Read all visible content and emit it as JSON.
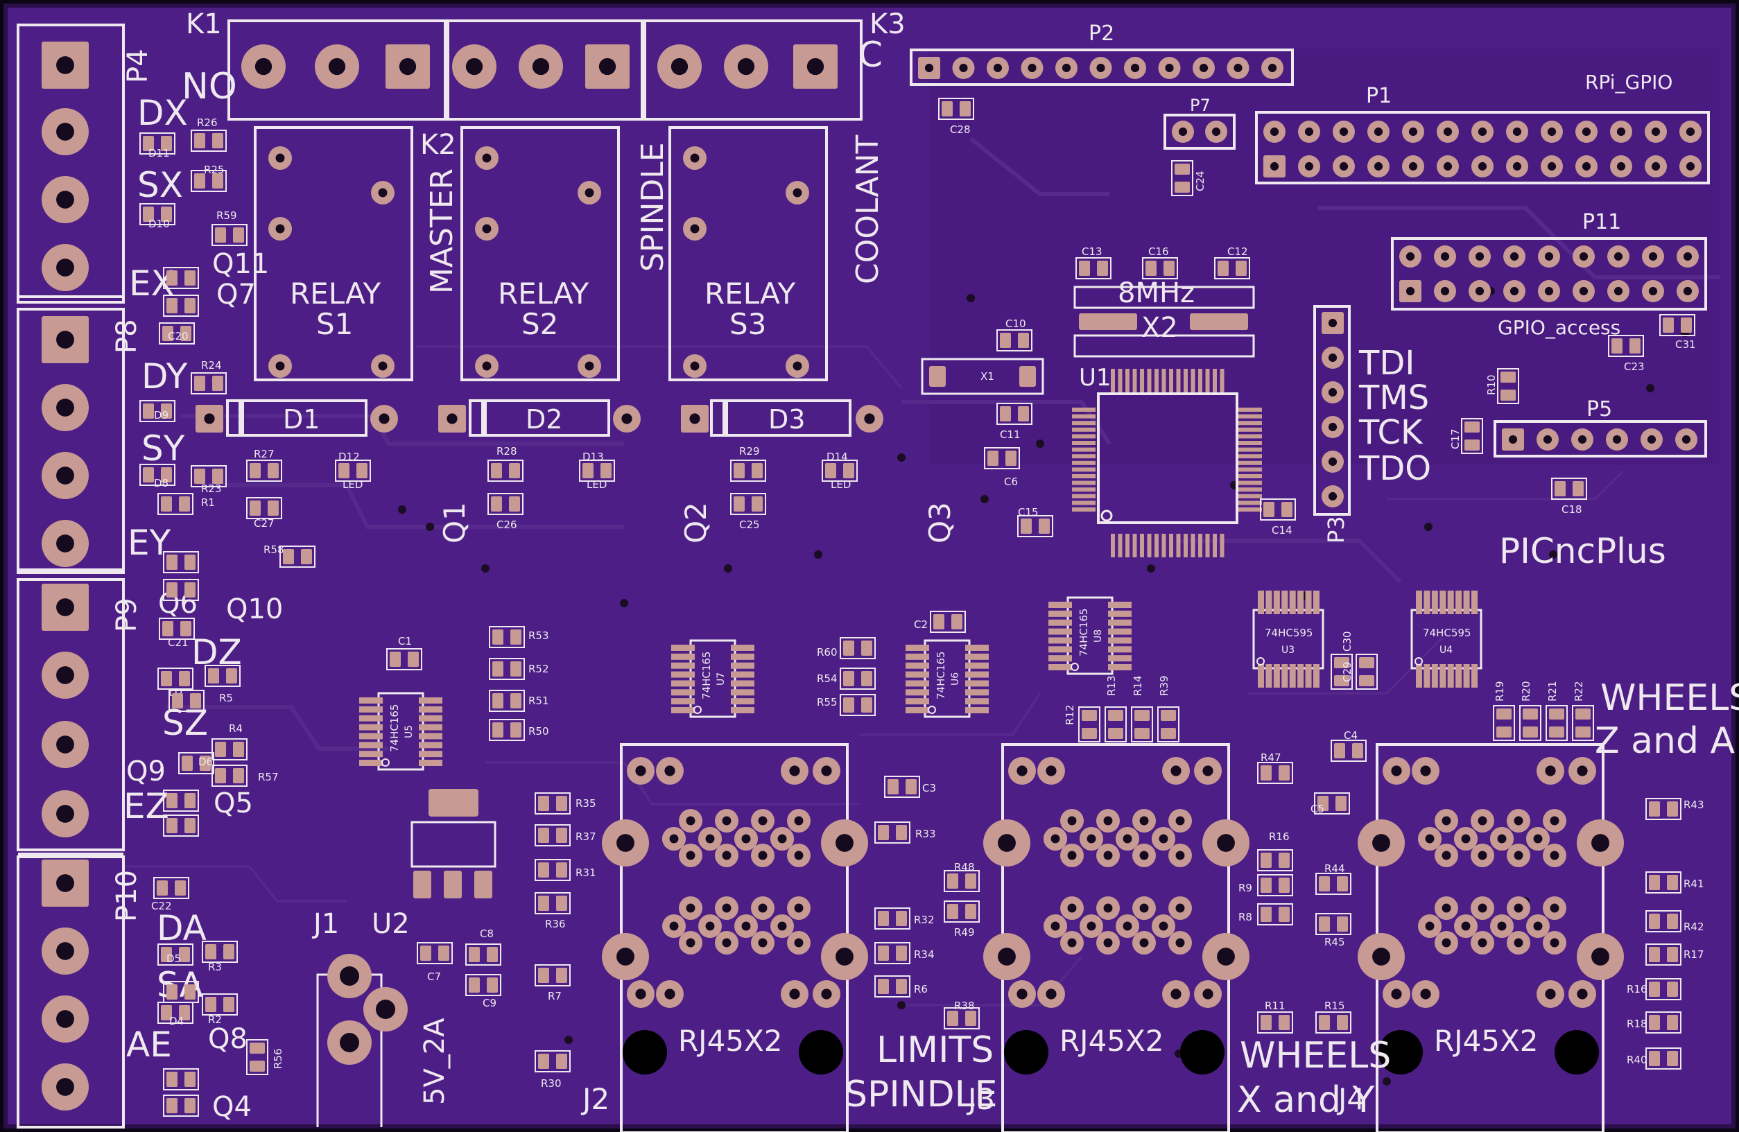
{
  "board": {
    "name": "PICncPlus",
    "colors": {
      "soldermask": "#4d1e86",
      "soldermask_dark": "#3f1670",
      "silkscreen": "#efe9ef",
      "copper_pad": "#c79a93",
      "drill": "#160a1e",
      "trace": "#552a8c"
    }
  },
  "terminals": {
    "refs": [
      "P4",
      "P8",
      "P9",
      "P10"
    ],
    "io_labels": [
      "NO",
      "DX",
      "SX",
      "EX",
      "DY",
      "SY",
      "EY",
      "DZ",
      "SZ",
      "EZ",
      "DA",
      "SA",
      "AE"
    ]
  },
  "relays": {
    "connectors": [
      "K1",
      "K2",
      "K3"
    ],
    "connector_c_label": "C",
    "function_labels": [
      "MASTER",
      "SPINDLE",
      "COOLANT"
    ],
    "relay_word": "RELAY",
    "relay_ids": [
      "S1",
      "S2",
      "S3"
    ],
    "diodes": [
      "D1",
      "D2",
      "D3"
    ],
    "transistors": [
      "Q1",
      "Q2",
      "Q3"
    ]
  },
  "headers": {
    "p2": "P2",
    "p1": "P1",
    "rpi_gpio": "RPi_GPIO",
    "p7": "P7",
    "p11": "P11",
    "gpio_access": "GPIO_access",
    "p5": "P5",
    "p3": "P3",
    "jtag": [
      "TDI",
      "TMS",
      "TCK",
      "TDO"
    ]
  },
  "mcu": {
    "u1": "U1",
    "crystal_freq": "8MHz",
    "x2": "X2",
    "x1": "X1",
    "caps": [
      "C13",
      "C16",
      "C12",
      "C10",
      "C11",
      "C6",
      "C15",
      "C14"
    ]
  },
  "logic": {
    "u5": "U5",
    "u7": "U7",
    "u6": "U6",
    "u8": "U8",
    "u3": "U3",
    "u4": "U4",
    "hc165": "74HC165",
    "hc595": "74HC595"
  },
  "power": {
    "j1": "J1",
    "u2": "U2",
    "spec": "5V_2A"
  },
  "rj45": {
    "part": "RJ45X2",
    "refs": [
      "J2",
      "J3",
      "J4"
    ],
    "labels": {
      "limits": "LIMITS",
      "spindle": "SPINDLE",
      "wheels_xy_1": "WHEELS",
      "wheels_xy_2": "X and Y",
      "wheels_za_1": "WHEELS",
      "wheels_za_2": "Z and A"
    }
  },
  "small_refs": {
    "q_left": [
      "Q11",
      "Q7",
      "Q6",
      "Q10",
      "Q9",
      "Q5",
      "Q8",
      "Q4"
    ],
    "resistors_left": [
      "R26",
      "R25",
      "R59",
      "R24",
      "R27",
      "R23",
      "R1",
      "R58",
      "R5",
      "R4",
      "R57",
      "R3",
      "R2",
      "R56"
    ],
    "diodes_left": [
      "D11",
      "D10",
      "D9",
      "D8",
      "D7",
      "D6",
      "D5",
      "D4"
    ],
    "caps_left": [
      "C20",
      "C27",
      "C21",
      "C22",
      "C1",
      "C7",
      "C8",
      "C9"
    ],
    "leds": [
      "D12",
      "D13",
      "D14"
    ],
    "led_tag": "LED",
    "mid_r": [
      "R28",
      "R29",
      "C26",
      "C25",
      "R53",
      "R52",
      "R51",
      "R50",
      "R60",
      "R54",
      "R55",
      "C2"
    ],
    "r_col_j2": [
      "R35",
      "R37",
      "R31",
      "R36",
      "R7",
      "R30"
    ],
    "r_col_j3": [
      "C3",
      "R33",
      "R32",
      "R34",
      "R6",
      "R48",
      "R49",
      "R38"
    ],
    "r_col_j3b": [
      "R47",
      "R16",
      "R9",
      "R8",
      "R44",
      "R45",
      "R11",
      "R15"
    ],
    "r_col_right": [
      "R43",
      "R41",
      "R42",
      "R17",
      "R16",
      "R18",
      "R40"
    ],
    "r_row_u8": [
      "R12",
      "R13",
      "R14",
      "R39"
    ],
    "r_row_wheels": [
      "R19",
      "R20",
      "R21",
      "R22"
    ],
    "misc": [
      "C28",
      "C24",
      "C23",
      "C31",
      "R10",
      "C17",
      "C18",
      "C30",
      "C29",
      "C4",
      "C5"
    ]
  }
}
